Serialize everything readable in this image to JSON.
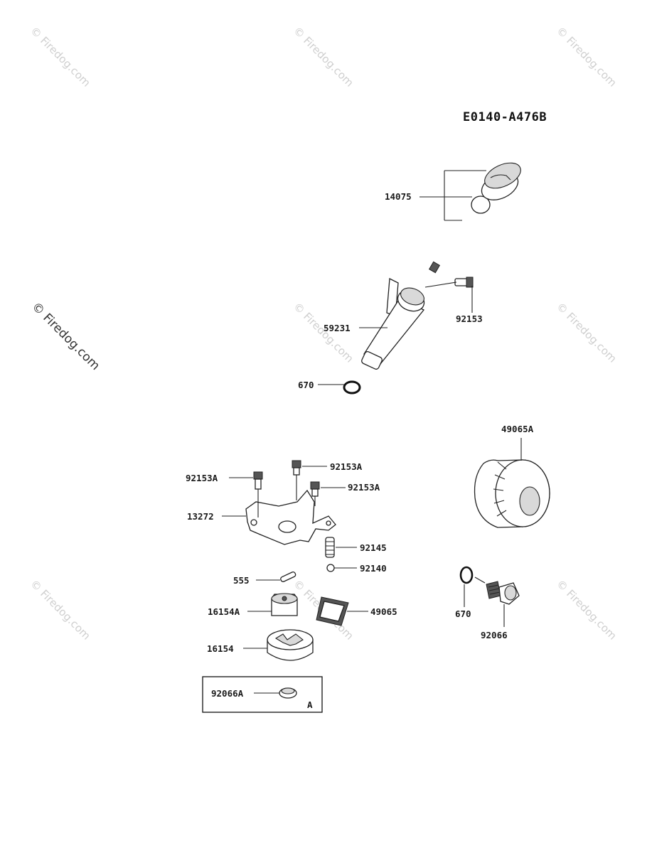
{
  "diagram_code": "E0140-A476B",
  "watermark": "© Firedog.com",
  "callouts": {
    "dipstick": "14075",
    "tube_bolt": "92153",
    "oil_filler_tube": "59231",
    "tube_oring": "670",
    "oil_filter": "49065A",
    "bolt_left": "92153A",
    "bolt_top": "92153A",
    "bolt_right": "92153A",
    "cover_plate": "13272",
    "spring": "92145",
    "ball": "92140",
    "pin": "555",
    "inner_rotor": "16154A",
    "screen": "49065",
    "outer_rotor": "16154",
    "drain_oring": "670",
    "drain_plug": "92066",
    "boxed_plug": "92066A",
    "box_tag": "A"
  }
}
